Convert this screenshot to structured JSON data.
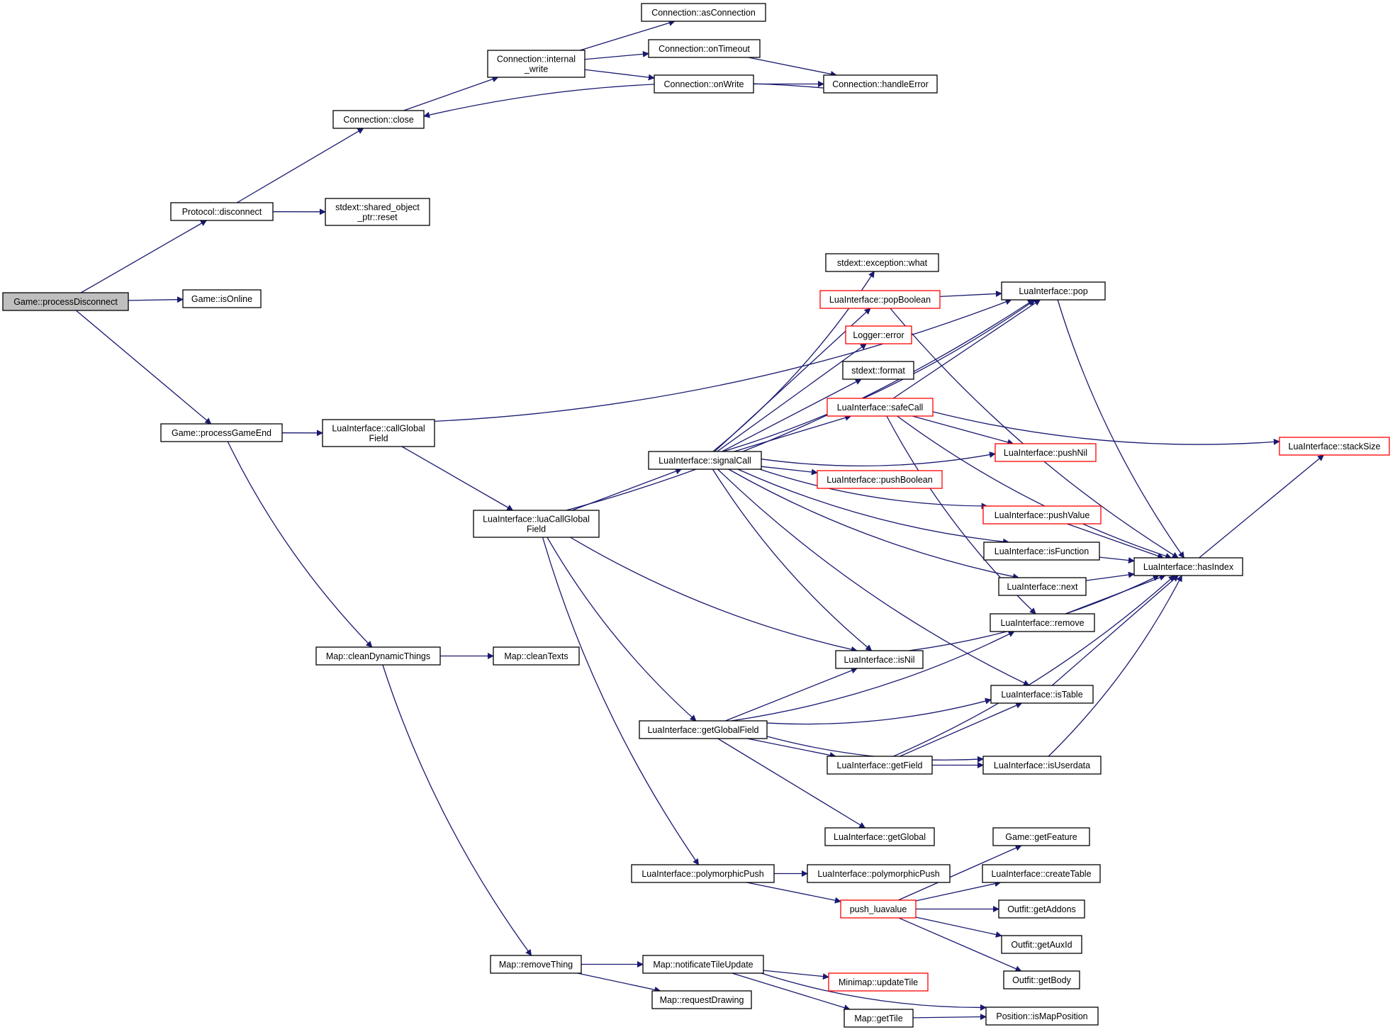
{
  "graph": {
    "edge_color": "#191970",
    "nodes": [
      {
        "id": "game_processDisconnect",
        "lines": [
          "Game::processDisconnect"
        ],
        "style": "root"
      },
      {
        "id": "protocol_disconnect",
        "lines": [
          "Protocol::disconnect"
        ],
        "style": "normal"
      },
      {
        "id": "game_isOnline",
        "lines": [
          "Game::isOnline"
        ],
        "style": "normal"
      },
      {
        "id": "game_processGameEnd",
        "lines": [
          "Game::processGameEnd"
        ],
        "style": "normal"
      },
      {
        "id": "connection_close",
        "lines": [
          "Connection::close"
        ],
        "style": "normal"
      },
      {
        "id": "shared_object_reset",
        "lines": [
          "stdext::shared_object",
          "_ptr::reset"
        ],
        "style": "normal"
      },
      {
        "id": "connection_internal_write",
        "lines": [
          "Connection::internal",
          "_write"
        ],
        "style": "normal"
      },
      {
        "id": "connection_asConnection",
        "lines": [
          "Connection::asConnection"
        ],
        "style": "normal"
      },
      {
        "id": "connection_onTimeout",
        "lines": [
          "Connection::onTimeout"
        ],
        "style": "normal"
      },
      {
        "id": "connection_onWrite",
        "lines": [
          "Connection::onWrite"
        ],
        "style": "normal"
      },
      {
        "id": "connection_handleError",
        "lines": [
          "Connection::handleError"
        ],
        "style": "normal"
      },
      {
        "id": "lua_callGlobalField",
        "lines": [
          "LuaInterface::callGlobal",
          "Field"
        ],
        "style": "normal"
      },
      {
        "id": "lua_luaCallGlobalField",
        "lines": [
          "LuaInterface::luaCallGlobal",
          "Field"
        ],
        "style": "normal"
      },
      {
        "id": "map_cleanDynamicThings",
        "lines": [
          "Map::cleanDynamicThings"
        ],
        "style": "normal"
      },
      {
        "id": "map_cleanTexts",
        "lines": [
          "Map::cleanTexts"
        ],
        "style": "normal"
      },
      {
        "id": "map_removeThing",
        "lines": [
          "Map::removeThing"
        ],
        "style": "normal"
      },
      {
        "id": "lua_signalCall",
        "lines": [
          "LuaInterface::signalCall"
        ],
        "style": "normal"
      },
      {
        "id": "lua_getGlobalField",
        "lines": [
          "LuaInterface::getGlobalField"
        ],
        "style": "normal"
      },
      {
        "id": "lua_polymorphicPush_a",
        "lines": [
          "LuaInterface::polymorphicPush"
        ],
        "style": "normal"
      },
      {
        "id": "map_notificateTileUpdate",
        "lines": [
          "Map::notificateTileUpdate"
        ],
        "style": "normal"
      },
      {
        "id": "map_requestDrawing",
        "lines": [
          "Map::requestDrawing"
        ],
        "style": "normal"
      },
      {
        "id": "stdext_exception_what",
        "lines": [
          "stdext::exception::what"
        ],
        "style": "normal"
      },
      {
        "id": "lua_popBoolean",
        "lines": [
          "LuaInterface::popBoolean"
        ],
        "style": "truncated"
      },
      {
        "id": "logger_error",
        "lines": [
          "Logger::error"
        ],
        "style": "truncated"
      },
      {
        "id": "stdext_format",
        "lines": [
          "stdext::format"
        ],
        "style": "normal"
      },
      {
        "id": "lua_safeCall",
        "lines": [
          "LuaInterface::safeCall"
        ],
        "style": "truncated"
      },
      {
        "id": "lua_pushBoolean",
        "lines": [
          "LuaInterface::pushBoolean"
        ],
        "style": "truncated"
      },
      {
        "id": "lua_isNil",
        "lines": [
          "LuaInterface::isNil"
        ],
        "style": "normal"
      },
      {
        "id": "lua_getField",
        "lines": [
          "LuaInterface::getField"
        ],
        "style": "normal"
      },
      {
        "id": "lua_getGlobal",
        "lines": [
          "LuaInterface::getGlobal"
        ],
        "style": "normal"
      },
      {
        "id": "lua_polymorphicPush_b",
        "lines": [
          "LuaInterface::polymorphicPush"
        ],
        "style": "normal"
      },
      {
        "id": "push_luavalue",
        "lines": [
          "push_luavalue"
        ],
        "style": "truncated"
      },
      {
        "id": "minimap_updateTile",
        "lines": [
          "Minimap::updateTile"
        ],
        "style": "truncated"
      },
      {
        "id": "map_getTile",
        "lines": [
          "Map::getTile"
        ],
        "style": "normal"
      },
      {
        "id": "lua_pop",
        "lines": [
          "LuaInterface::pop"
        ],
        "style": "normal"
      },
      {
        "id": "lua_pushNil",
        "lines": [
          "LuaInterface::pushNil"
        ],
        "style": "truncated"
      },
      {
        "id": "lua_pushValue",
        "lines": [
          "LuaInterface::pushValue"
        ],
        "style": "truncated"
      },
      {
        "id": "lua_isFunction",
        "lines": [
          "LuaInterface::isFunction"
        ],
        "style": "normal"
      },
      {
        "id": "lua_next",
        "lines": [
          "LuaInterface::next"
        ],
        "style": "normal"
      },
      {
        "id": "lua_remove",
        "lines": [
          "LuaInterface::remove"
        ],
        "style": "normal"
      },
      {
        "id": "lua_isTable",
        "lines": [
          "LuaInterface::isTable"
        ],
        "style": "normal"
      },
      {
        "id": "lua_isUserdata",
        "lines": [
          "LuaInterface::isUserdata"
        ],
        "style": "normal"
      },
      {
        "id": "game_getFeature",
        "lines": [
          "Game::getFeature"
        ],
        "style": "normal"
      },
      {
        "id": "lua_createTable",
        "lines": [
          "LuaInterface::createTable"
        ],
        "style": "normal"
      },
      {
        "id": "outfit_getAddons",
        "lines": [
          "Outfit::getAddons"
        ],
        "style": "normal"
      },
      {
        "id": "outfit_getAuxId",
        "lines": [
          "Outfit::getAuxId"
        ],
        "style": "normal"
      },
      {
        "id": "outfit_getBody",
        "lines": [
          "Outfit::getBody"
        ],
        "style": "normal"
      },
      {
        "id": "position_isMapPosition",
        "lines": [
          "Position::isMapPosition"
        ],
        "style": "normal"
      },
      {
        "id": "lua_hasIndex",
        "lines": [
          "LuaInterface::hasIndex"
        ],
        "style": "normal"
      },
      {
        "id": "lua_stackSize",
        "lines": [
          "LuaInterface::stackSize"
        ],
        "style": "truncated"
      }
    ],
    "edges": [
      [
        "game_processDisconnect",
        "protocol_disconnect"
      ],
      [
        "game_processDisconnect",
        "game_isOnline"
      ],
      [
        "game_processDisconnect",
        "game_processGameEnd"
      ],
      [
        "protocol_disconnect",
        "connection_close"
      ],
      [
        "protocol_disconnect",
        "shared_object_reset"
      ],
      [
        "connection_close",
        "connection_internal_write"
      ],
      [
        "connection_internal_write",
        "connection_asConnection"
      ],
      [
        "connection_internal_write",
        "connection_onTimeout"
      ],
      [
        "connection_internal_write",
        "connection_onWrite"
      ],
      [
        "connection_onTimeout",
        "connection_handleError"
      ],
      [
        "connection_onWrite",
        "connection_handleError"
      ],
      [
        "connection_handleError",
        "connection_close"
      ],
      [
        "game_processGameEnd",
        "lua_callGlobalField"
      ],
      [
        "game_processGameEnd",
        "map_cleanDynamicThings"
      ],
      [
        "lua_callGlobalField",
        "lua_luaCallGlobalField"
      ],
      [
        "lua_callGlobalField",
        "lua_pop"
      ],
      [
        "map_cleanDynamicThings",
        "map_cleanTexts"
      ],
      [
        "map_cleanDynamicThings",
        "map_removeThing"
      ],
      [
        "lua_luaCallGlobalField",
        "lua_pop"
      ],
      [
        "lua_luaCallGlobalField",
        "lua_signalCall"
      ],
      [
        "lua_luaCallGlobalField",
        "lua_isNil"
      ],
      [
        "lua_luaCallGlobalField",
        "lua_getGlobalField"
      ],
      [
        "lua_luaCallGlobalField",
        "lua_polymorphicPush_a"
      ],
      [
        "lua_signalCall",
        "lua_pop"
      ],
      [
        "lua_signalCall",
        "stdext_exception_what"
      ],
      [
        "lua_signalCall",
        "lua_popBoolean"
      ],
      [
        "lua_signalCall",
        "logger_error"
      ],
      [
        "lua_signalCall",
        "stdext_format"
      ],
      [
        "lua_signalCall",
        "lua_safeCall"
      ],
      [
        "lua_signalCall",
        "lua_pushNil"
      ],
      [
        "lua_signalCall",
        "lua_pushBoolean"
      ],
      [
        "lua_signalCall",
        "lua_pushValue"
      ],
      [
        "lua_signalCall",
        "lua_isFunction"
      ],
      [
        "lua_signalCall",
        "lua_next"
      ],
      [
        "lua_signalCall",
        "lua_isNil"
      ],
      [
        "lua_signalCall",
        "lua_isTable"
      ],
      [
        "lua_popBoolean",
        "lua_pop"
      ],
      [
        "lua_popBoolean",
        "lua_hasIndex"
      ],
      [
        "lua_safeCall",
        "lua_pop"
      ],
      [
        "lua_safeCall",
        "lua_pushNil"
      ],
      [
        "lua_safeCall",
        "lua_stackSize"
      ],
      [
        "lua_safeCall",
        "lua_remove"
      ],
      [
        "lua_safeCall",
        "lua_hasIndex"
      ],
      [
        "lua_pop",
        "lua_hasIndex"
      ],
      [
        "lua_pushValue",
        "lua_hasIndex"
      ],
      [
        "lua_isFunction",
        "lua_hasIndex"
      ],
      [
        "lua_next",
        "lua_hasIndex"
      ],
      [
        "lua_remove",
        "lua_hasIndex"
      ],
      [
        "lua_isNil",
        "lua_hasIndex"
      ],
      [
        "lua_isTable",
        "lua_hasIndex"
      ],
      [
        "lua_isUserdata",
        "lua_hasIndex"
      ],
      [
        "lua_hasIndex",
        "lua_stackSize"
      ],
      [
        "lua_getGlobalField",
        "lua_isNil"
      ],
      [
        "lua_getGlobalField",
        "lua_remove"
      ],
      [
        "lua_getGlobalField",
        "lua_isTable"
      ],
      [
        "lua_getGlobalField",
        "lua_getField"
      ],
      [
        "lua_getGlobalField",
        "lua_isUserdata"
      ],
      [
        "lua_getGlobalField",
        "lua_getGlobal"
      ],
      [
        "lua_getField",
        "lua_isTable"
      ],
      [
        "lua_getField",
        "lua_isUserdata"
      ],
      [
        "lua_getField",
        "lua_hasIndex"
      ],
      [
        "lua_polymorphicPush_a",
        "lua_polymorphicPush_b"
      ],
      [
        "lua_polymorphicPush_a",
        "push_luavalue"
      ],
      [
        "push_luavalue",
        "game_getFeature"
      ],
      [
        "push_luavalue",
        "lua_createTable"
      ],
      [
        "push_luavalue",
        "outfit_getAddons"
      ],
      [
        "push_luavalue",
        "outfit_getAuxId"
      ],
      [
        "push_luavalue",
        "outfit_getBody"
      ],
      [
        "map_removeThing",
        "map_notificateTileUpdate"
      ],
      [
        "map_removeThing",
        "map_requestDrawing"
      ],
      [
        "map_notificateTileUpdate",
        "minimap_updateTile"
      ],
      [
        "map_notificateTileUpdate",
        "map_getTile"
      ],
      [
        "map_notificateTileUpdate",
        "position_isMapPosition"
      ],
      [
        "map_getTile",
        "position_isMapPosition"
      ]
    ]
  }
}
